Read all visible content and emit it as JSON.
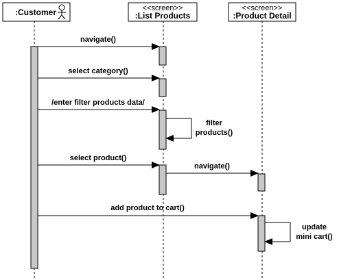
{
  "participants": {
    "customer": {
      "name": ":Customer"
    },
    "list_products": {
      "stereotype": "<<screen>>",
      "name": ":List Products"
    },
    "product_detail": {
      "stereotype": "<<screen>>",
      "name": ":Product Detail"
    }
  },
  "messages": {
    "navigate_1": "navigate()",
    "select_category": "select category()",
    "enter_filter": "/enter filter products data/",
    "filter_products_line1": "filter",
    "filter_products_line2": "products()",
    "select_product": "select product()",
    "navigate_2": "navigate()",
    "add_to_cart": "add product to cart()",
    "update_cart_line1": "update",
    "update_cart_line2": "mini cart()"
  },
  "colors": {
    "activation_fill": "#c8c8c8",
    "header_fill": "#ffffff",
    "stroke": "#000000"
  }
}
